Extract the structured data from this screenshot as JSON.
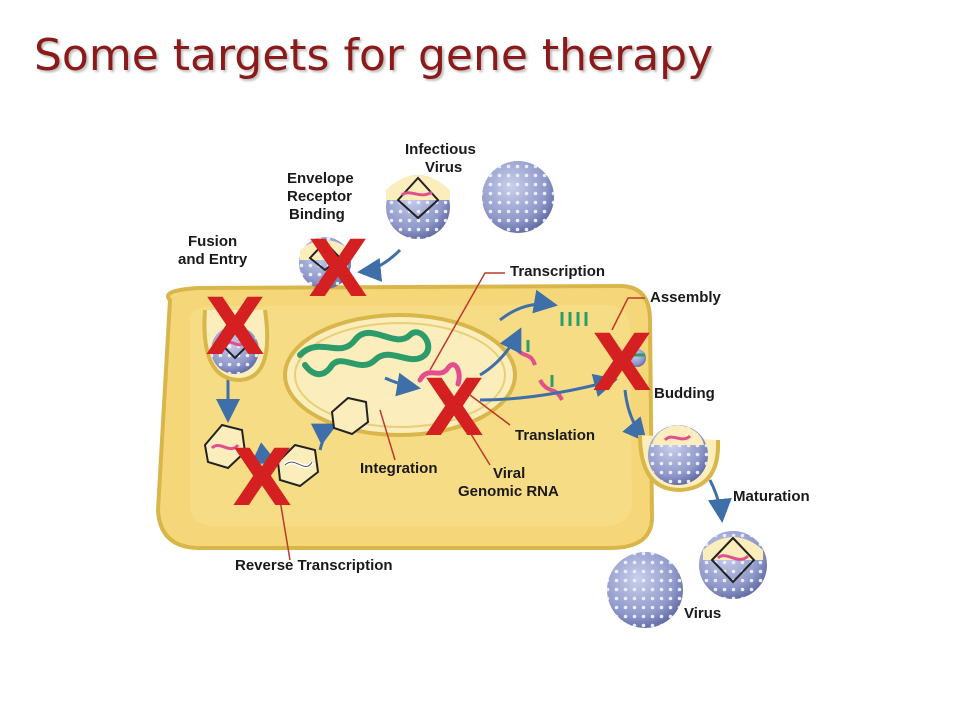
{
  "title": "Some targets for gene therapy",
  "labels": {
    "infectious_virus": [
      "Infectious",
      "Virus"
    ],
    "envelope": [
      "Envelope",
      "Receptor",
      "Binding"
    ],
    "fusion": [
      "Fusion",
      "and Entry"
    ],
    "transcription": "Transcription",
    "assembly": "Assembly",
    "budding": "Budding",
    "translation": "Translation",
    "integration": "Integration",
    "viral_rna": [
      "Viral",
      "Genomic RNA"
    ],
    "maturation": "Maturation",
    "reverse_transcription": "Reverse Transcription",
    "virus": "Virus"
  },
  "marks": {
    "x": "X"
  },
  "colors": {
    "title": "#8b1a1a",
    "cell": "#f5d77a",
    "cell_edge": "#d9b64a",
    "nucleus": "#fbeebc",
    "virion": "#8f98c9",
    "rna_pink": "#e34f8e",
    "dna_green": "#2e9b6a",
    "x_mark": "#d42020"
  }
}
